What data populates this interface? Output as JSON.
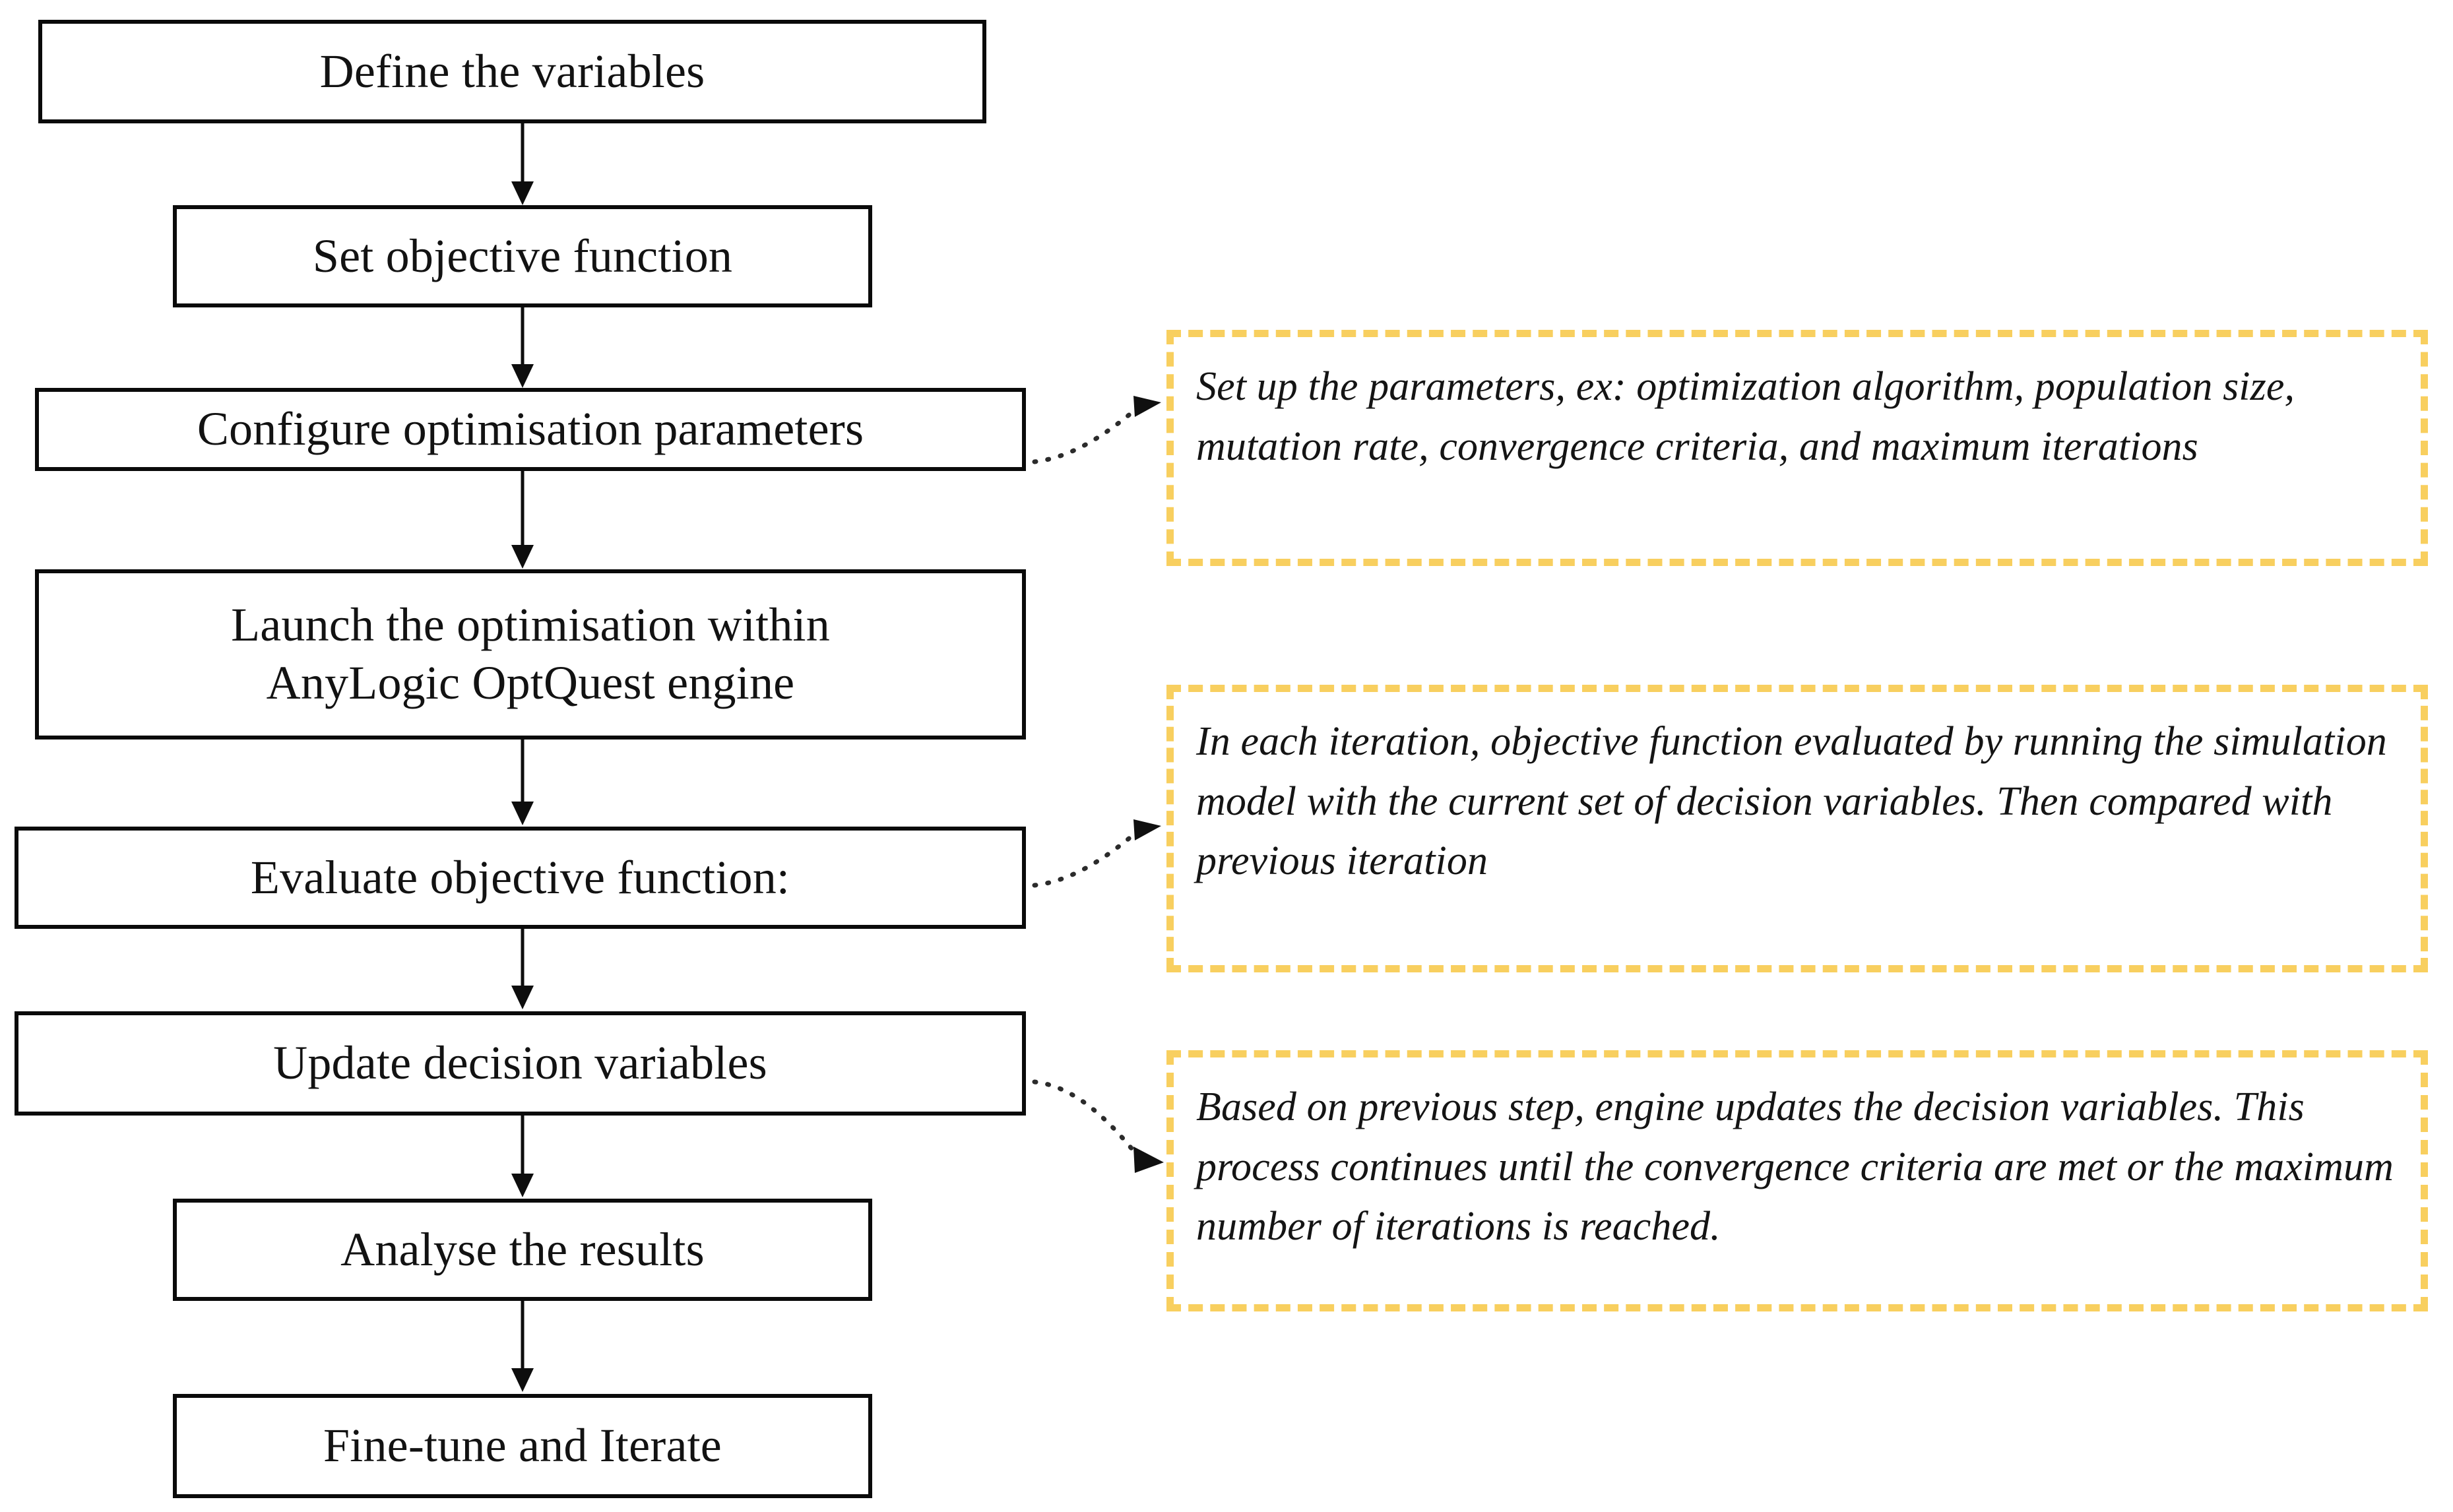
{
  "diagram": {
    "title": "Optimisation workflow flowchart",
    "accent_color": "#f8cf5f",
    "line_color": "#0d0d0d",
    "text_color": "#141414",
    "steps": [
      {
        "id": "define-variables",
        "label": "Define the variables"
      },
      {
        "id": "set-objective-function",
        "label": "Set objective function"
      },
      {
        "id": "configure-parameters",
        "label": "Configure optimisation parameters"
      },
      {
        "id": "launch-optimisation",
        "label": "Launch the optimisation within\nAnyLogic OptQuest engine"
      },
      {
        "id": "evaluate-objective",
        "label": "Evaluate objective function:"
      },
      {
        "id": "update-decision-vars",
        "label": "Update decision variables"
      },
      {
        "id": "analyse-results",
        "label": "Analyse the results"
      },
      {
        "id": "fine-tune-iterate",
        "label": "Fine-tune and Iterate"
      }
    ],
    "notes": [
      {
        "id": "note-parameters",
        "attached_to": "configure-parameters",
        "text": "Set up the parameters, ex: optimization algorithm, population size, mutation rate, convergence criteria, and maximum iterations"
      },
      {
        "id": "note-evaluation",
        "attached_to": "evaluate-objective",
        "text": "In each iteration, objective function evaluated by running the simulation model with the current set of decision variables. Then compared with previous iteration"
      },
      {
        "id": "note-update",
        "attached_to": "update-decision-vars",
        "text": "Based on previous step, engine updates the decision variables. This process continues until the convergence criteria are met or the maximum number of iterations is reached."
      }
    ],
    "connectors": [
      {
        "id": "arrow-1",
        "from": "define-variables",
        "to": "set-objective-function"
      },
      {
        "id": "arrow-2",
        "from": "set-objective-function",
        "to": "configure-parameters"
      },
      {
        "id": "arrow-3",
        "from": "configure-parameters",
        "to": "launch-optimisation"
      },
      {
        "id": "arrow-4",
        "from": "launch-optimisation",
        "to": "evaluate-objective"
      },
      {
        "id": "arrow-5",
        "from": "evaluate-objective",
        "to": "update-decision-vars"
      },
      {
        "id": "arrow-6",
        "from": "update-decision-vars",
        "to": "analyse-results"
      },
      {
        "id": "arrow-7",
        "from": "analyse-results",
        "to": "fine-tune-iterate"
      }
    ],
    "leaders": [
      {
        "id": "leader-parameters",
        "from": "configure-parameters",
        "to": "note-parameters"
      },
      {
        "id": "leader-evaluation",
        "from": "evaluate-objective",
        "to": "note-evaluation"
      },
      {
        "id": "leader-update",
        "from": "update-decision-vars",
        "to": "note-update"
      }
    ]
  }
}
